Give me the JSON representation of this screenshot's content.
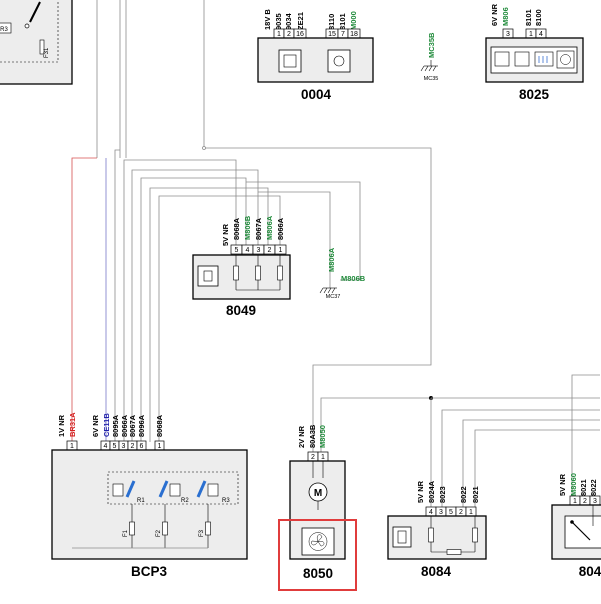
{
  "components": {
    "c0004": {
      "code": "0004",
      "pins": [
        "1",
        "2",
        "16",
        "15",
        "7",
        "18"
      ],
      "labels": [
        "18V B",
        "9035",
        "9034",
        "ZE21",
        "8110",
        "8101",
        "M000"
      ]
    },
    "c8025": {
      "code": "8025",
      "pins": [
        "3",
        "1",
        "4"
      ],
      "labels": [
        "6V NR",
        "M806",
        "8101",
        "8100"
      ]
    },
    "c8049": {
      "code": "8049",
      "connector": "5V NR",
      "pins": [
        "5",
        "4",
        "3",
        "2",
        "1"
      ],
      "wires": [
        "8068A",
        "M806B",
        "8067A",
        "M806A",
        "8066A"
      ]
    },
    "cBCP3": {
      "code": "BCP3",
      "conn1": "1V NR",
      "conn2": "6V NR",
      "pins": [
        "1",
        "4",
        "5",
        "3",
        "2",
        "6",
        "1"
      ],
      "wires": [
        "BR31A",
        "CE11B",
        "8095A",
        "8066A",
        "8067A",
        "8096A",
        "8068A"
      ],
      "relays": [
        "R1",
        "R2",
        "R3"
      ],
      "fuses": [
        "F1",
        "F2",
        "F3"
      ]
    },
    "c8050": {
      "code": "8050",
      "connector": "2V NR",
      "pins": [
        "2",
        "1"
      ],
      "wires": [
        "80A3B",
        "M8050"
      ],
      "motor": "M"
    },
    "c8084": {
      "code": "8084",
      "connector": "5V NR",
      "pins": [
        "4",
        "3",
        "5",
        "2",
        "1"
      ],
      "wires": [
        "8024A",
        "8023",
        "8022",
        "8021"
      ]
    },
    "c8040": {
      "code": "804",
      "connector": "5V NR",
      "pins": [
        "1",
        "2",
        "3"
      ],
      "wires": [
        "M8060",
        "8021",
        "8022"
      ]
    }
  },
  "grounds": {
    "g1": {
      "label": "MC35B",
      "tag": "MC35"
    },
    "g2": {
      "label": "M806A",
      "tag": "MC37",
      "extra": "M806B"
    }
  },
  "topleft": {
    "r3": "R3",
    "f31": "F31"
  },
  "colors": {
    "green": "#1f8a3a",
    "red": "#d42020",
    "blue": "#2222aa",
    "highlight": "#e03c3c"
  }
}
